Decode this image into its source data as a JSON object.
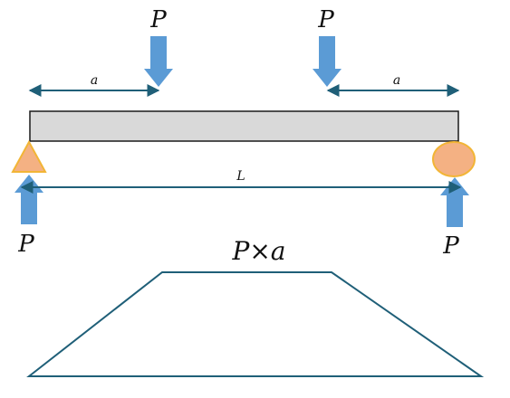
{
  "labels": {
    "load_left": "P",
    "load_right": "P",
    "dim_left": "a",
    "dim_right": "a",
    "span": "L",
    "reaction_left": "P",
    "reaction_right": "P",
    "moment_max": "P×a"
  },
  "colors": {
    "beam_fill": "#d9d9d9",
    "beam_stroke": "#1a1a1a",
    "arrow": "#5b9bd5",
    "dimension": "#1f5f78",
    "support_fill": "#f4b183",
    "support_stroke": "#f2b536",
    "diagram_stroke": "#1f5f78"
  },
  "icons": {
    "left_support": "pin-triangle-icon",
    "right_support": "roller-circle-icon",
    "load_arrows": "down-arrow-icon",
    "reaction_arrows": "up-arrow-icon"
  }
}
